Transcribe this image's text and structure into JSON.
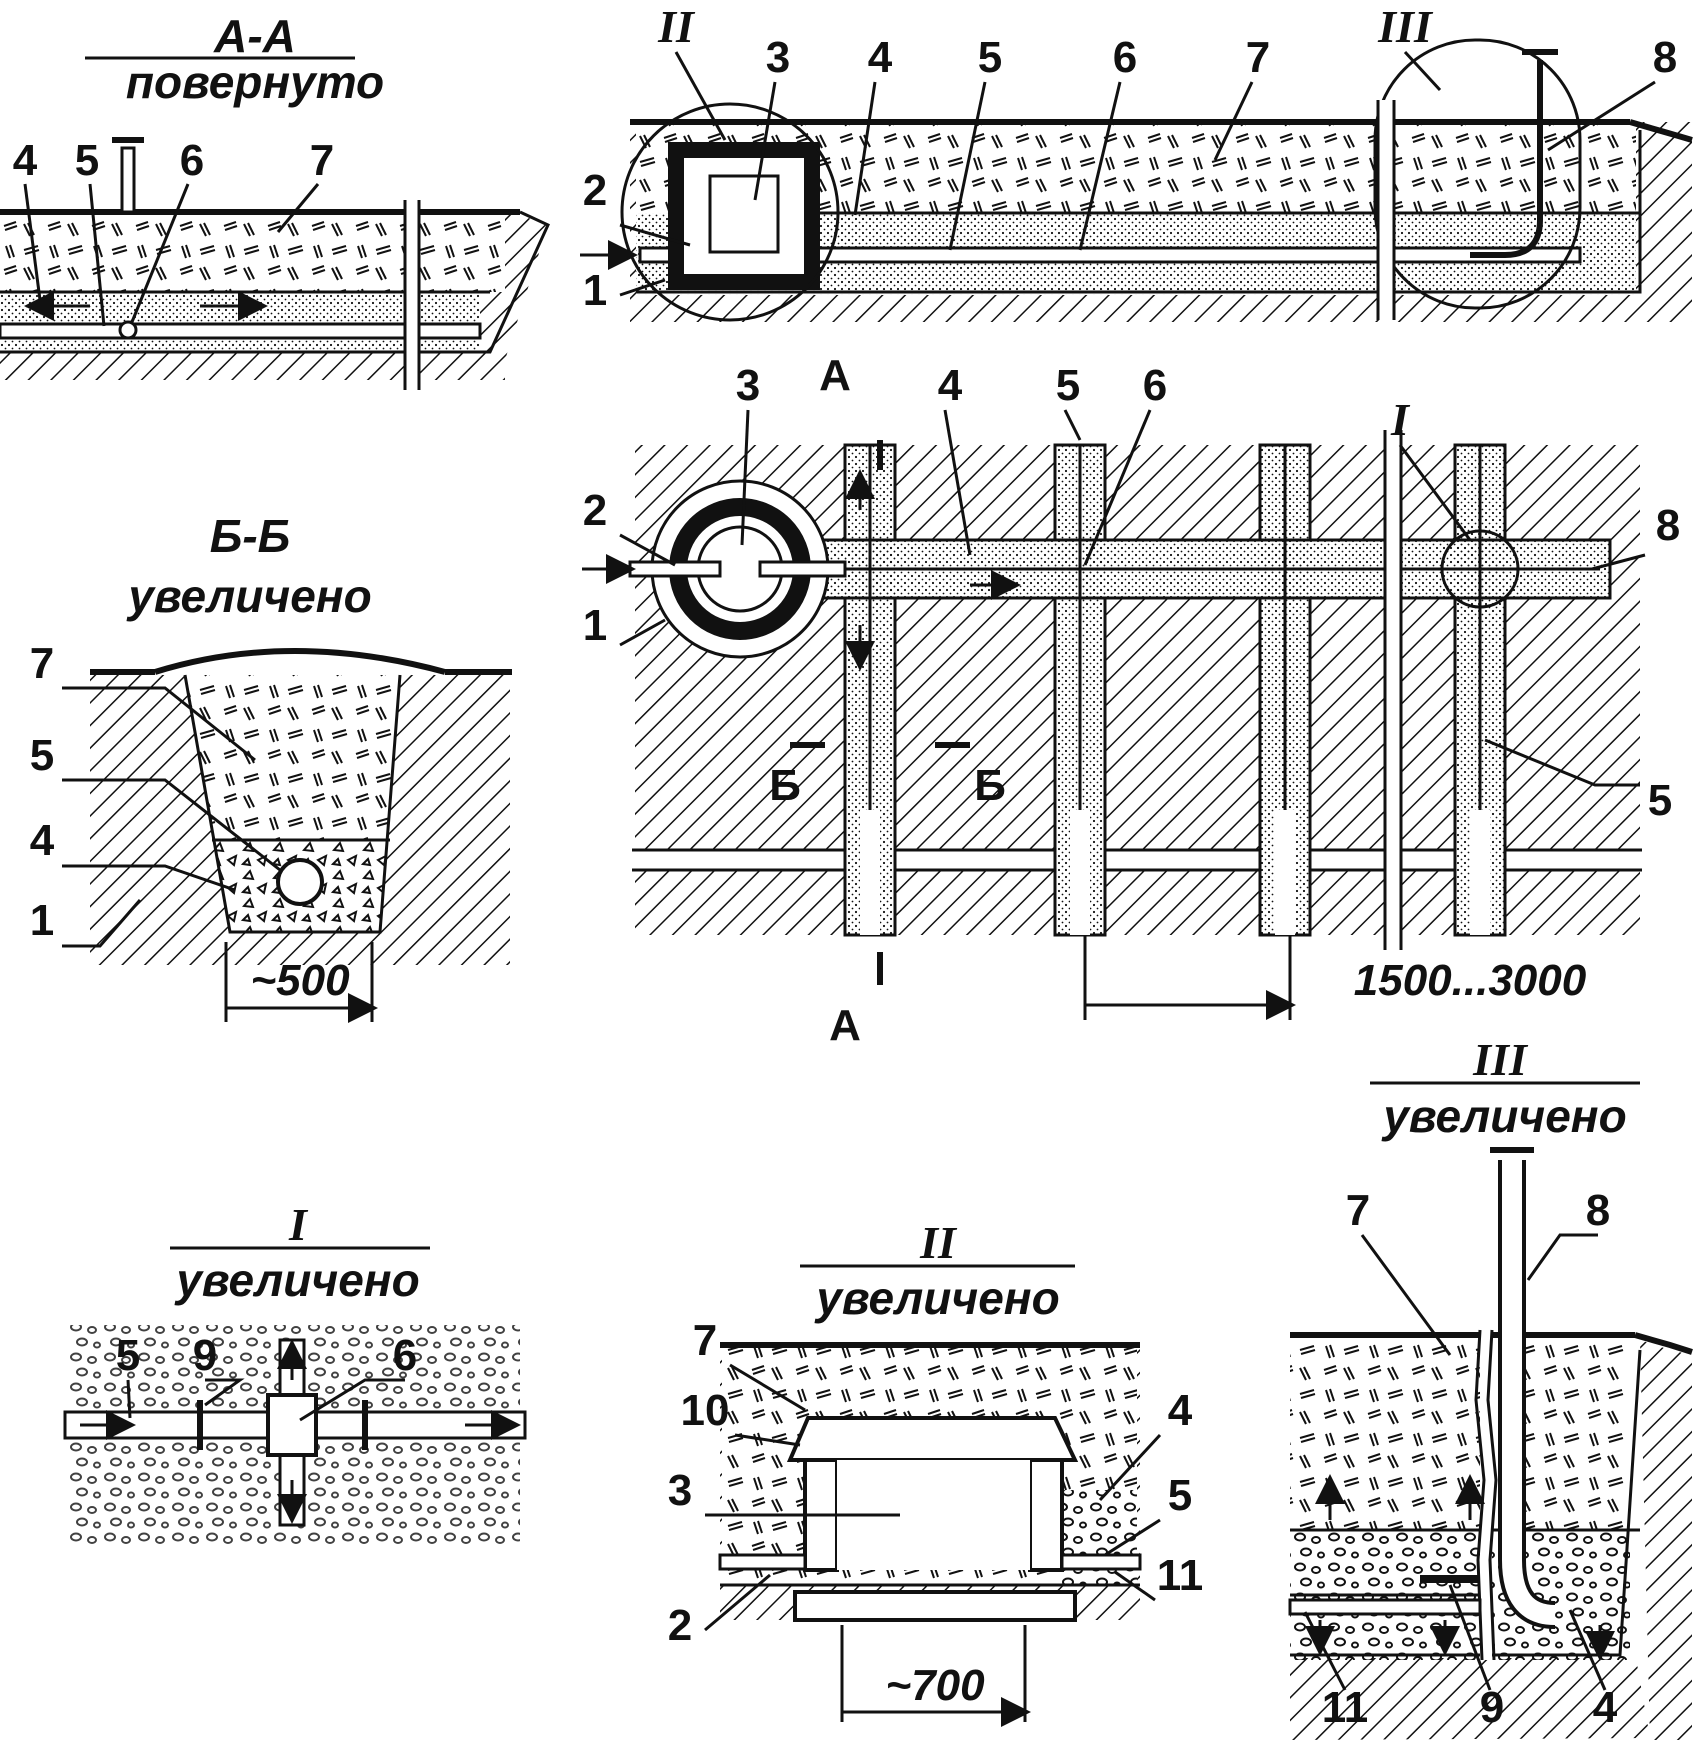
{
  "views": {
    "aa": {
      "title": "А-А",
      "subtitle": "повернуто",
      "labels": [
        "4",
        "5",
        "6",
        "7"
      ]
    },
    "bb": {
      "title": "Б-Б",
      "subtitle": "увеличено",
      "labels": [
        "7",
        "5",
        "4",
        "1"
      ],
      "dimension": "~500"
    },
    "section_top": {
      "labels": [
        "2",
        "1",
        "3",
        "4",
        "5",
        "6",
        "7",
        "8"
      ],
      "callouts": [
        "II",
        "III"
      ]
    },
    "plan": {
      "labels": [
        "3",
        "4",
        "5",
        "6",
        "2",
        "1",
        "8",
        "5"
      ],
      "section_marks": {
        "a_top": "А",
        "a_bottom": "А",
        "b_left": "Б",
        "b_right": "Б"
      },
      "callout": "I",
      "dimension": "1500...3000"
    },
    "detail_1": {
      "title": "I",
      "subtitle": "увеличено",
      "labels": [
        "5",
        "9",
        "6"
      ]
    },
    "detail_2": {
      "title": "II",
      "subtitle": "увеличено",
      "labels": [
        "7",
        "10",
        "3",
        "2",
        "4",
        "5",
        "11"
      ],
      "dimension": "~700"
    },
    "detail_3": {
      "title": "III",
      "subtitle": "увеличено",
      "labels": [
        "7",
        "8",
        "11",
        "9",
        "4"
      ]
    }
  }
}
